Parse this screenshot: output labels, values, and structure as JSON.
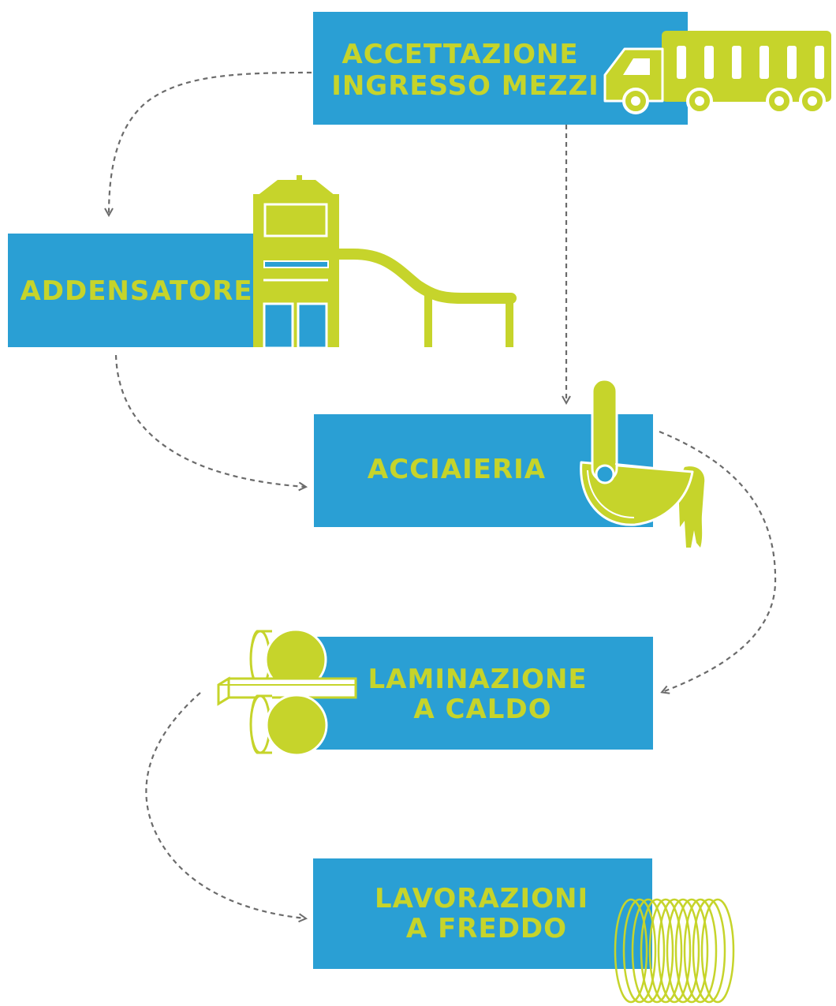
{
  "colors": {
    "box": "#2a9fd4",
    "accent": "#c6d42b",
    "arrow": "#6b6b6b",
    "background": "#ffffff"
  },
  "steps": [
    {
      "id": "accettazione",
      "lines": [
        "ACCETTAZIONE",
        "INGRESSO  MEZZI"
      ],
      "icon": "truck-icon"
    },
    {
      "id": "addensatore",
      "lines": [
        "ADDENSATORE"
      ],
      "icon": "thickener-plant-icon"
    },
    {
      "id": "acciaieria",
      "lines": [
        "ACCIAIERIA"
      ],
      "icon": "ladle-icon"
    },
    {
      "id": "laminazione",
      "lines": [
        "LAMINAZIONE",
        "A CALDO"
      ],
      "icon": "rolling-mill-icon"
    },
    {
      "id": "lavorazioni",
      "lines": [
        "LAVORAZIONI",
        "A FREDDO"
      ],
      "icon": "wire-coil-icon"
    }
  ],
  "flows": [
    {
      "from": "accettazione",
      "to": "addensatore"
    },
    {
      "from": "accettazione",
      "to": "acciaieria"
    },
    {
      "from": "addensatore",
      "to": "acciaieria"
    },
    {
      "from": "acciaieria",
      "to": "laminazione"
    },
    {
      "from": "laminazione",
      "to": "lavorazioni"
    }
  ]
}
